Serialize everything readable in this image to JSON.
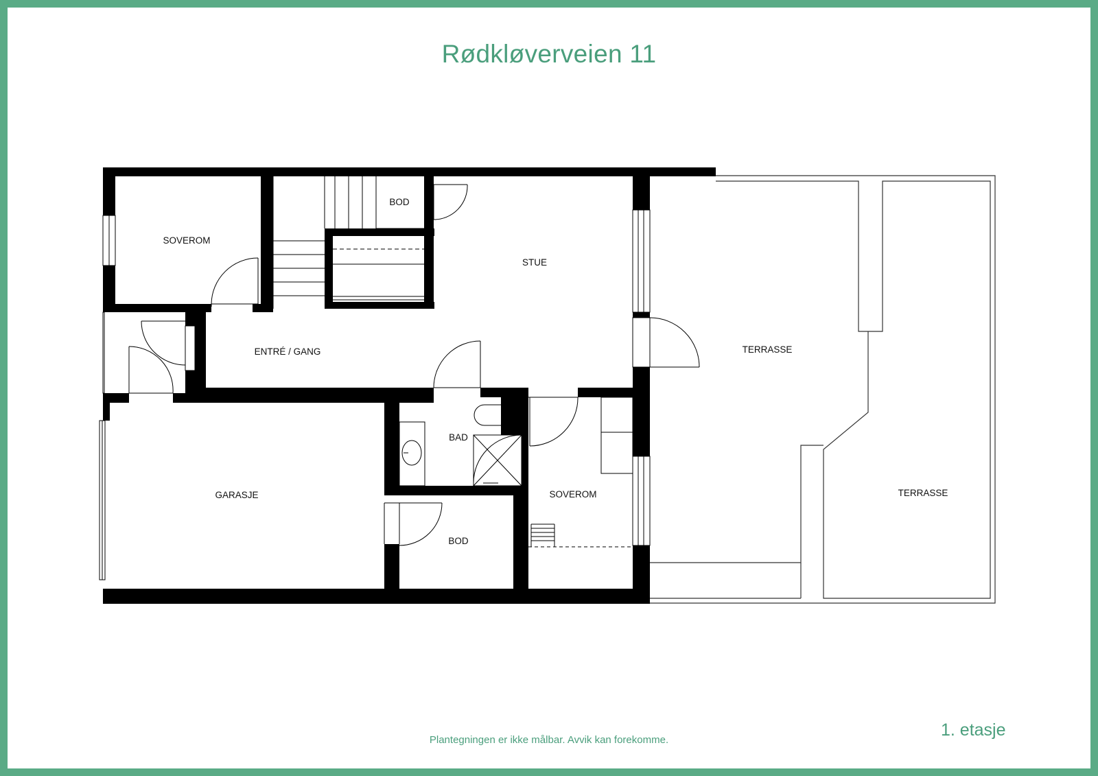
{
  "title": "Rødkløverveien 11",
  "floor_label": "1. etasje",
  "disclaimer": "Plantegningen er ikke målbar. Avvik kan forekomme.",
  "colors": {
    "accent": "#4a9e7c",
    "border": "#5aab86",
    "wall": "#000000"
  },
  "rooms": {
    "soverom_1": "SOVEROM",
    "bod_1": "BOD",
    "stue": "STUE",
    "entre": "ENTRÉ / GANG",
    "bad": "BAD",
    "garasje": "GARASJE",
    "bod_2": "BOD",
    "soverom_2": "SOVEROM",
    "terrasse_1": "TERRASSE",
    "terrasse_2": "TERRASSE"
  }
}
